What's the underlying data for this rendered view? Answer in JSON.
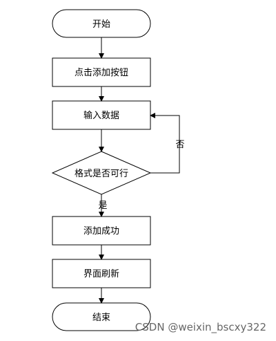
{
  "flowchart": {
    "nodes": {
      "start": "开始",
      "click_add": "点击添加按钮",
      "input_data": "输入数据",
      "format_check": "格式是否可行",
      "add_success": "添加成功",
      "refresh": "界面刷新",
      "end": "结束"
    },
    "edges": {
      "yes_label": "是",
      "no_label": "否"
    }
  },
  "watermark": "CSDN @weixin_bscxy322",
  "colors": {
    "stroke": "#000000",
    "fill": "#ffffff",
    "watermark": "#666666"
  }
}
